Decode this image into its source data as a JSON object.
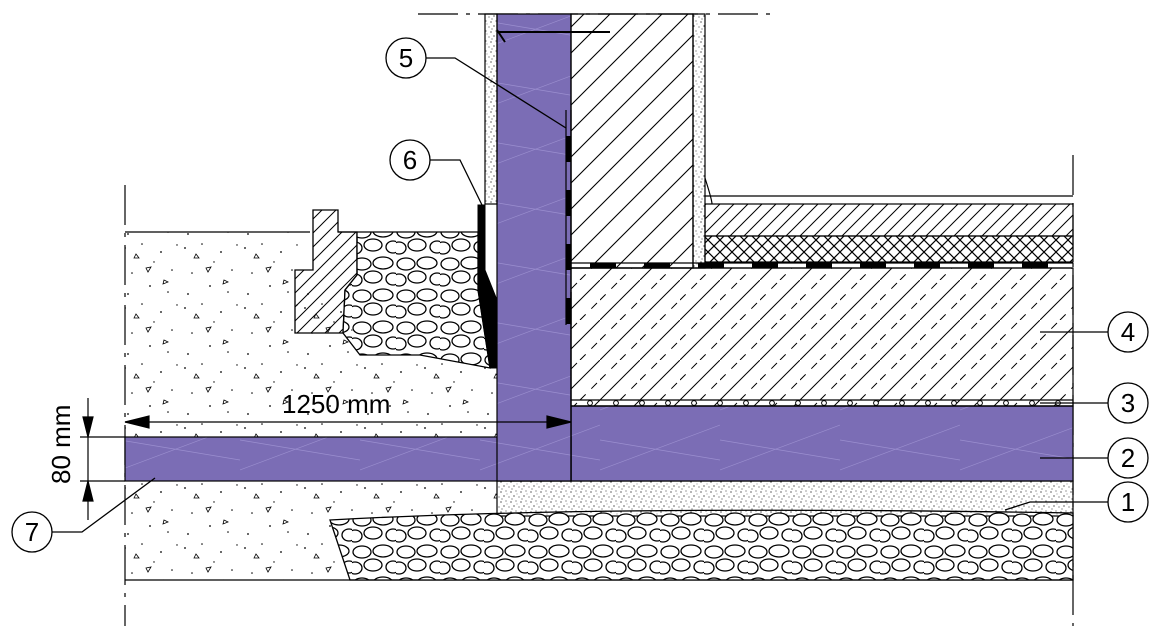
{
  "dimensions": {
    "horizontal_label": "1250 mm",
    "vertical_label": "80 mm"
  },
  "callouts": [
    {
      "id": "1",
      "label": "1"
    },
    {
      "id": "2",
      "label": "2"
    },
    {
      "id": "3",
      "label": "3"
    },
    {
      "id": "4",
      "label": "4"
    },
    {
      "id": "5",
      "label": "5"
    },
    {
      "id": "6",
      "label": "6"
    },
    {
      "id": "7",
      "label": "7"
    }
  ],
  "colors": {
    "insulation": "#7B6DB5",
    "line": "#000000",
    "background": "#ffffff"
  }
}
